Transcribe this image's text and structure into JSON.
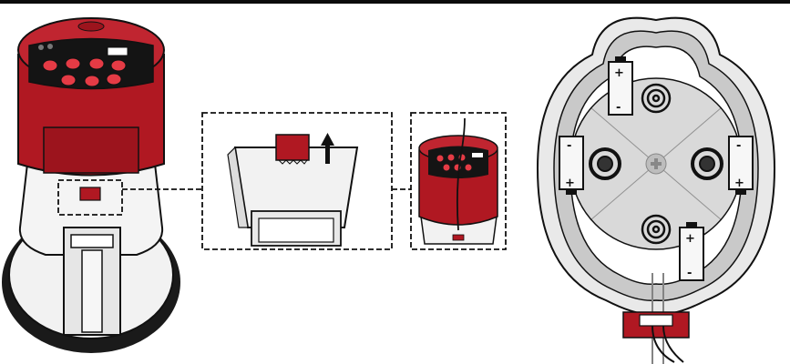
{
  "figure": {
    "panels": [
      {
        "name": "megaphone-overview"
      },
      {
        "name": "handle-release-detail"
      },
      {
        "name": "body-rear-detail"
      },
      {
        "name": "battery-compartment"
      }
    ]
  },
  "colors": {
    "accent_red": "#b01822",
    "dark_red": "#7a0f16",
    "light_gray": "#ececec",
    "mid_gray": "#c9c9c9",
    "outline": "#111111"
  },
  "icons": [
    "arrow-up-icon",
    "battery-icon",
    "spring-icon",
    "screw-icon"
  ],
  "battery_labels": {
    "plus": "+",
    "minus": "-"
  }
}
